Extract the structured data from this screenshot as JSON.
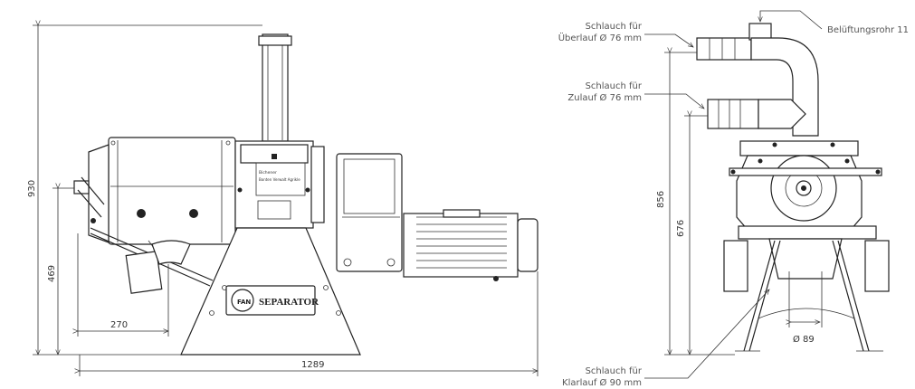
{
  "left_view": {
    "dimensions": {
      "height_total": "930",
      "height_inlet": "469",
      "width_outlet": "270",
      "length_total": "1289"
    },
    "logo_text": "SEPARATOR",
    "logo_brand": "FAN",
    "nameplate_line1": "Bichener",
    "nameplate_line2": "Bonten Verwalt Agrikle"
  },
  "right_view": {
    "callouts": {
      "overflow_line1": "Schlauch für",
      "overflow_line2": "Überlauf Ø 76 mm",
      "inlet_line1": "Schlauch für",
      "inlet_line2": "Zulauf Ø 76 mm",
      "vent": "Belüftungsrohr 11",
      "clear_line1": "Schlauch für",
      "clear_line2": "Klarlauf Ø 90 mm"
    },
    "dimensions": {
      "height_overflow": "856",
      "height_inlet": "676",
      "diameter": "Ø 89"
    }
  }
}
